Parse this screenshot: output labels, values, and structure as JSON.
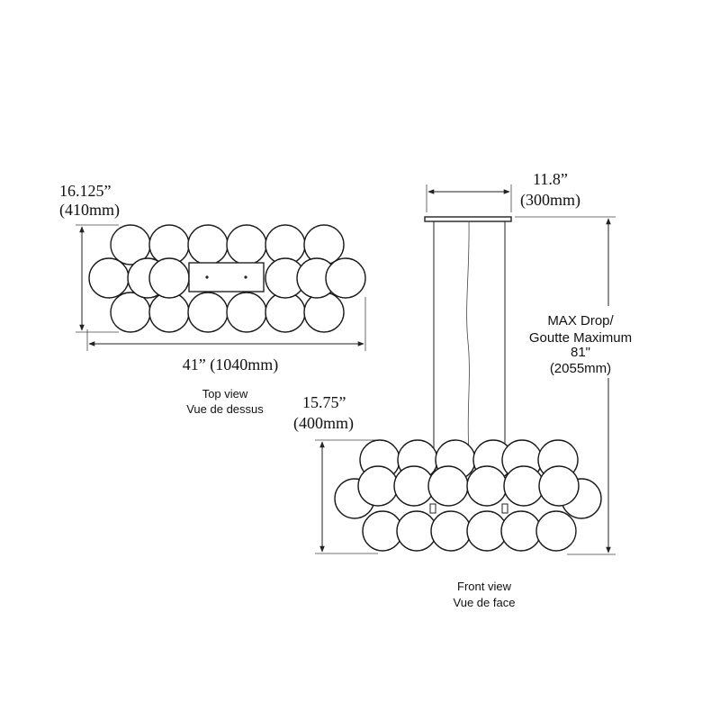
{
  "top_view": {
    "depth_in": "16.125”",
    "depth_mm": "(410mm)",
    "width_label": "41” (1040mm)",
    "caption_en": "Top view",
    "caption_fr": "Vue de dessus"
  },
  "front_view": {
    "canopy_in": "11.8”",
    "canopy_mm": "(300mm)",
    "drop_line1": "MAX Drop/",
    "drop_line2": "Goutte Maximum",
    "drop_line3": "81\"",
    "drop_mm": "(2055mm)",
    "height_in": "15.75”",
    "height_mm": "(400mm)",
    "caption_en": "Front view",
    "caption_fr": "Vue de face"
  },
  "colors": {
    "line": "#222222",
    "background": "#ffffff"
  }
}
